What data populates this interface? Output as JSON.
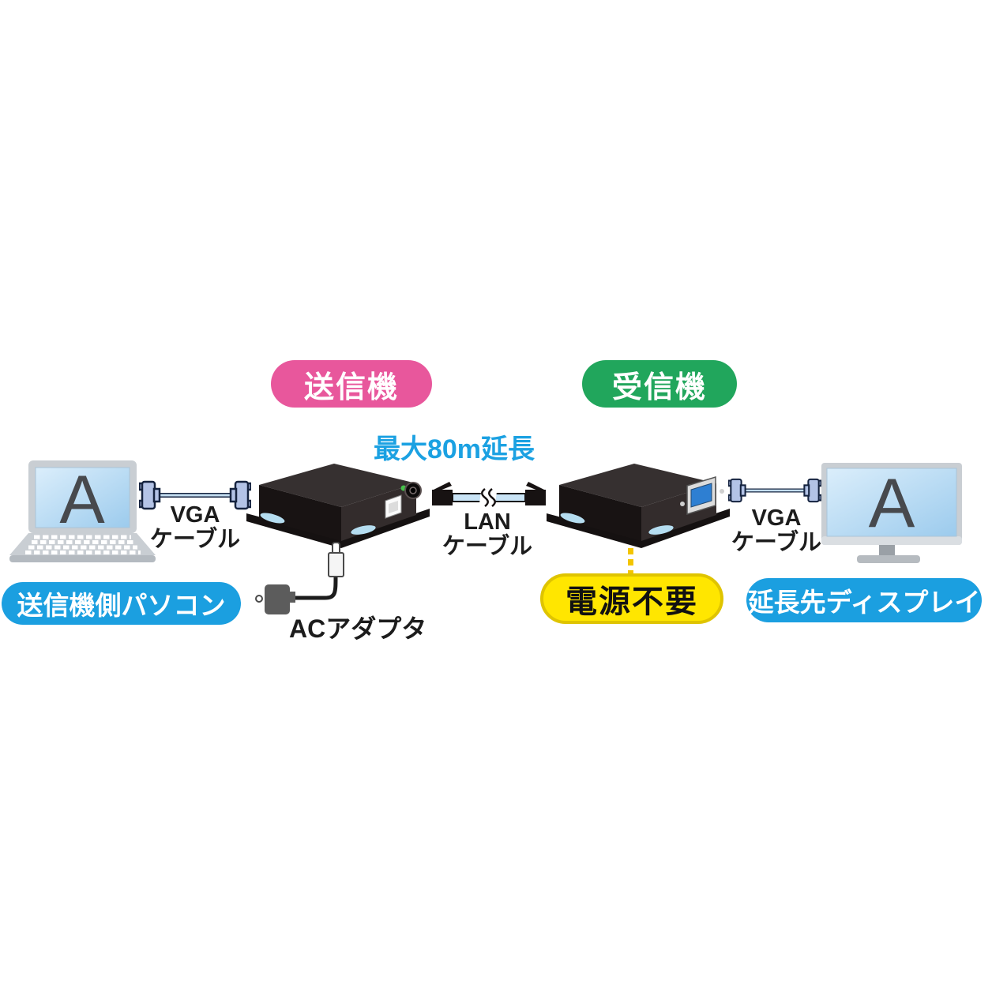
{
  "diagram": {
    "transmitter_badge": "送信機",
    "receiver_badge": "受信機",
    "max_extension_label": "最大80m延長",
    "vga_cable_left": [
      "VGA",
      "ケーブル"
    ],
    "lan_cable": [
      "LAN",
      "ケーブル"
    ],
    "vga_cable_right": [
      "VGA",
      "ケーブル"
    ],
    "ac_adapter_label": "ACアダプタ",
    "no_power_badge": "電源不要",
    "pc_badge": "送信機側パソコン",
    "display_badge": "延長先ディスプレイ",
    "laptop_screen_letter": "A",
    "monitor_screen_letter": "A"
  },
  "colors": {
    "transmitter_badge_bg": "#e8579c",
    "receiver_badge_bg": "#21a65c",
    "info_text_blue": "#1ba1e2",
    "pill_blue": "#1b9fe0",
    "no_power_fill": "#ffe600",
    "no_power_border": "#dfc400",
    "dashed_line_yellow": "#f3c500",
    "device_black": "#171212",
    "lan_cable_blue": "#c9e4f6",
    "vga_connector_blue": "#b3c3e6",
    "vga_port_blue": "#2e7fd2",
    "screen_blue_top": "#dbeefb",
    "screen_blue_bottom": "#9ccbed"
  }
}
